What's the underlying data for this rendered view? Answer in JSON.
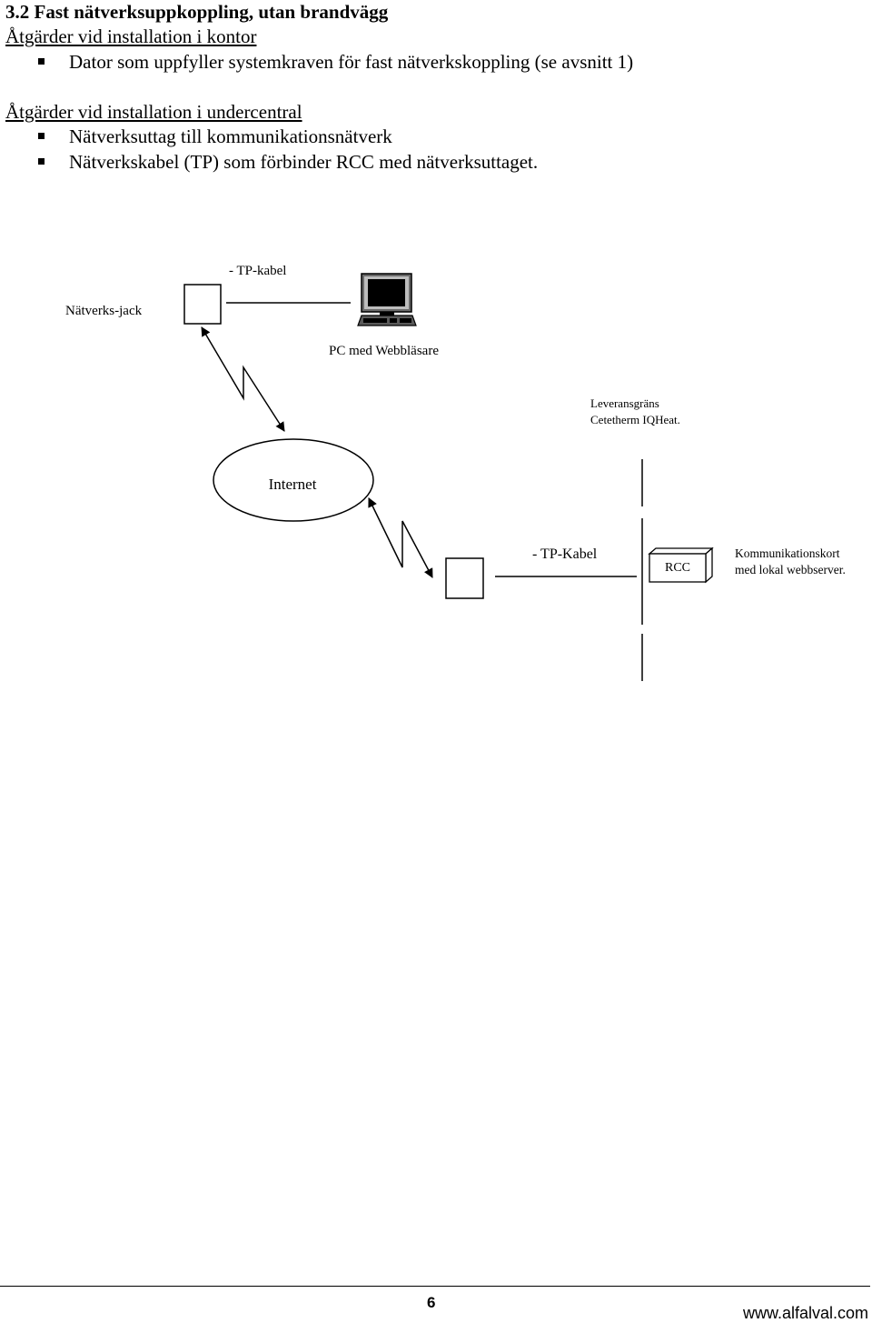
{
  "section": {
    "title": "3.2 Fast nätverksuppkoppling, utan brandvägg"
  },
  "office": {
    "heading": "Åtgärder vid installation i kontor",
    "items": [
      "Dator som uppfyller systemkraven för fast nätverkskoppling (se avsnitt 1)"
    ]
  },
  "substation": {
    "heading": "Åtgärder vid installation i undercentral",
    "items": [
      "Nätverksuttag till kommunikationsnätverk",
      "Nätverkskabel (TP) som förbinder RCC med nätverksuttaget."
    ]
  },
  "diagram": {
    "tp_cable_top": "- TP-kabel",
    "network_jack": "Nätverks-jack",
    "pc_label": "PC med Webbläsare",
    "boundary_line1": "Leveransgräns",
    "boundary_line2": "Cetetherm IQHeat.",
    "internet": "Internet",
    "tp_cable_bottom": "- TP-Kabel",
    "rcc": "RCC",
    "card_line1": "Kommunikationskort",
    "card_line2": "med lokal webbserver."
  },
  "footer": {
    "page_number": "6",
    "website": "www.alfalval.com"
  }
}
